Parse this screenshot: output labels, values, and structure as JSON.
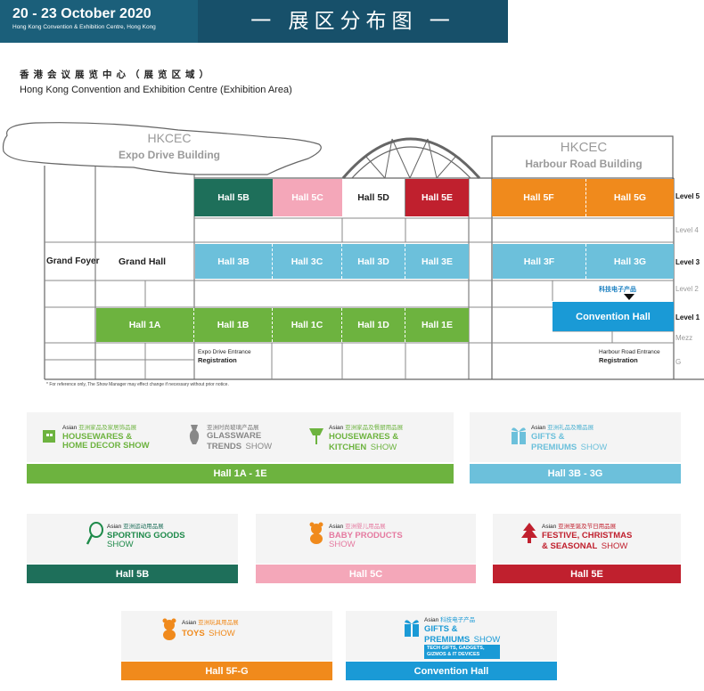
{
  "header": {
    "date": "20 - 23 October 2020",
    "venue": "Hong Kong Convention & Exhibition Centre, Hong Kong",
    "title": "一 展区分布图 一"
  },
  "intro": {
    "cn": "香港会议展览中心（展览区域）",
    "en": "Hong Kong Convention and Exhibition Centre (Exhibition Area)"
  },
  "buildings": {
    "expo": {
      "name": "HKCEC",
      "sub": "Expo Drive Building"
    },
    "harbour": {
      "name": "HKCEC",
      "sub": "Harbour Road Building"
    }
  },
  "levels": [
    "Level 5",
    "Level 4",
    "Level 3",
    "Level 2",
    "Level 1",
    "Mezz",
    "G"
  ],
  "halls": {
    "h5b": "Hall 5B",
    "h5c": "Hall 5C",
    "h5d": "Hall 5D",
    "h5e": "Hall 5E",
    "h5f": "Hall 5F",
    "h5g": "Hall 5G",
    "grand_foyer": "Grand Foyer",
    "grand_hall": "Grand Hall",
    "h3b": "Hall 3B",
    "h3c": "Hall 3C",
    "h3d": "Hall 3D",
    "h3e": "Hall 3E",
    "h3f": "Hall 3F",
    "h3g": "Hall 3G",
    "tech_label": "科技电子产品",
    "h1a": "Hall 1A",
    "h1b": "Hall 1B",
    "h1c": "Hall 1C",
    "h1d": "Hall 1D",
    "h1e": "Hall 1E",
    "convention": "Convention Hall"
  },
  "entrances": {
    "expo": {
      "name": "Expo Drive Entrance",
      "reg": "Registration"
    },
    "harbour": {
      "name": "Harbour Road Entrance",
      "reg": "Registration"
    }
  },
  "footnote": "* For reference only, The Show Manager may effect change if necessary without prior notice.",
  "shows": {
    "housewares": {
      "asian": "Asian",
      "cn": "亚洲家品及家居饰品展",
      "l1": "HOUSEWARES &",
      "l2": "HOME DECOR SHOW"
    },
    "glassware": {
      "cn": "亚洲时尚玻璃产品展",
      "l1": "GLASSWARE",
      "l2a": "TRENDS",
      "l2b": "SHOW"
    },
    "kitchen": {
      "asian": "Asian",
      "cn": "亚洲家品及餐厨用品展",
      "l1": "HOUSEWARES &",
      "l2a": "KITCHEN",
      "l2b": "SHOW"
    },
    "gifts": {
      "asian": "Asian",
      "cn": "亚洲礼品及赠品展",
      "l1": "GIFTS &",
      "l2a": "PREMIUMS",
      "l2b": "SHOW"
    },
    "sporting": {
      "asian": "Asian",
      "cn": "亚洲运动用品展",
      "l1": "SPORTING GOODS",
      "l2": "SHOW"
    },
    "baby": {
      "asian": "Asian",
      "cn": "亚洲婴儿用品展",
      "l1": "BABY PRODUCTS",
      "l2": "SHOW"
    },
    "festive": {
      "asian": "Asian",
      "cn": "亚洲圣诞及节日用品展",
      "l1": "FESTIVE, CHRISTMAS",
      "l2a": "& SEASONAL",
      "l2b": "SHOW"
    },
    "toys": {
      "asian": "Asian",
      "cn": "亚洲玩具用品展",
      "l1a": "TOYS",
      "l1b": "SHOW"
    },
    "tech": {
      "asian": "Asian",
      "cn": "科技电子产品",
      "l1": "GIFTS &",
      "l2a": "PREMIUMS",
      "l2b": "SHOW",
      "l3": "TECH GIFTS, GADGETS,",
      "l4": "GIZMOS & IT DEVICES"
    }
  },
  "banner_bars": {
    "b1": "Hall 1A - 1E",
    "b2": "Hall 3B - 3G",
    "b3": "Hall 5B",
    "b4": "Hall 5C",
    "b5": "Hall 5E",
    "b6": "Hall 5F-G",
    "b7": "Convention Hall"
  },
  "colors": {
    "green": "#6db33f",
    "teal_dark": "#1e6f5a",
    "pink": "#f4a7b9",
    "red": "#c0202e",
    "orange": "#f08a1c",
    "sky": "#6cc0db",
    "blue": "#1a9ad6",
    "header": "#1b5f7a"
  }
}
